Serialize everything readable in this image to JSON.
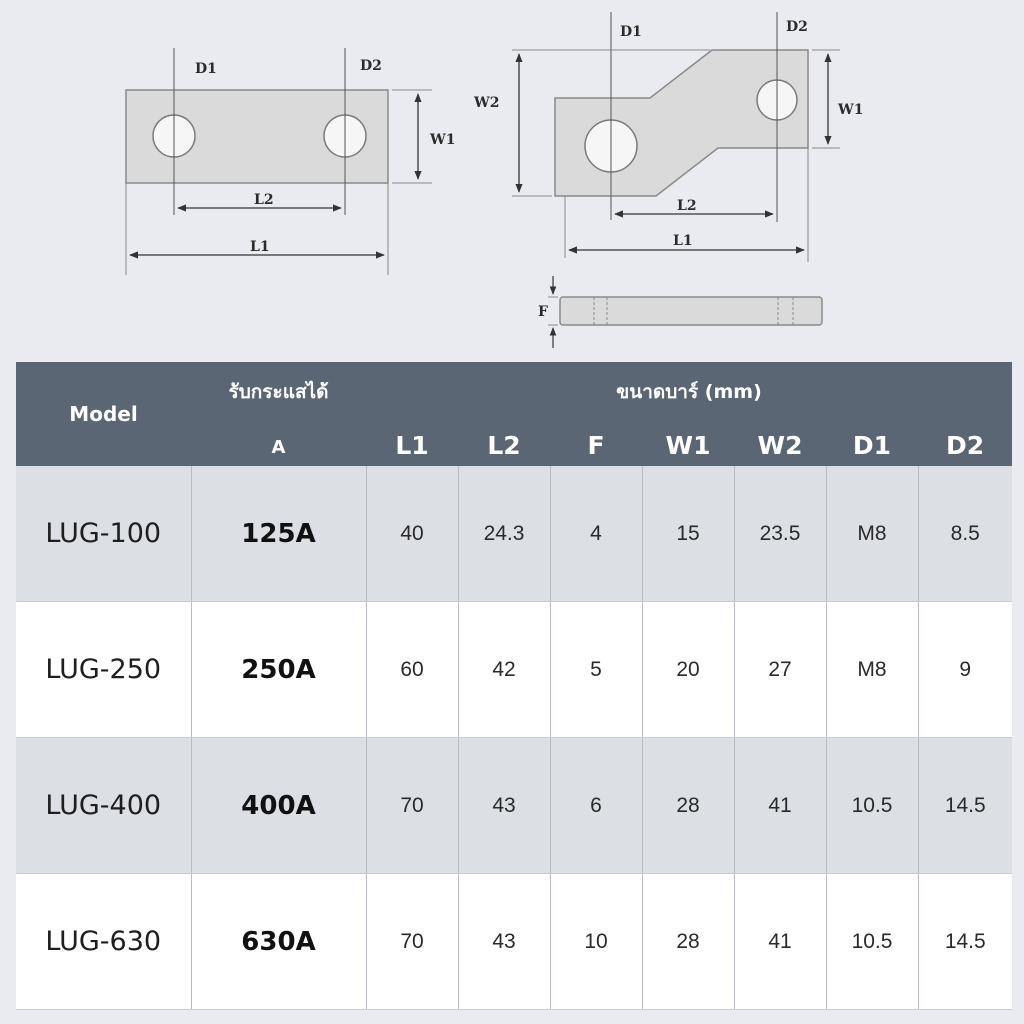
{
  "diagram": {
    "left_labels": {
      "d1": "D1",
      "d2": "D2",
      "w1": "W1",
      "l1": "L1",
      "l2": "L2"
    },
    "right_labels": {
      "d1": "D1",
      "d2": "D2",
      "w1": "W1",
      "w2": "W2",
      "l1": "L1",
      "l2": "L2"
    },
    "side_labels": {
      "f": "F"
    }
  },
  "table": {
    "header": {
      "model": "Model",
      "current": "รับกระแสได้",
      "current_unit": "A",
      "size_group": "ขนาดบาร์ (mm)",
      "columns": [
        "L1",
        "L2",
        "F",
        "W1",
        "W2",
        "D1",
        "D2"
      ]
    },
    "rows": [
      {
        "model": "LUG-100",
        "current": "125A",
        "values": [
          "40",
          "24.3",
          "4",
          "15",
          "23.5",
          "M8",
          "8.5"
        ]
      },
      {
        "model": "LUG-250",
        "current": "250A",
        "values": [
          "60",
          "42",
          "5",
          "20",
          "27",
          "M8",
          "9"
        ]
      },
      {
        "model": "LUG-400",
        "current": "400A",
        "values": [
          "70",
          "43",
          "6",
          "28",
          "41",
          "10.5",
          "14.5"
        ]
      },
      {
        "model": "LUG-630",
        "current": "630A",
        "values": [
          "70",
          "43",
          "10",
          "28",
          "41",
          "10.5",
          "14.5"
        ]
      }
    ]
  },
  "colors": {
    "header_bg": "#5b6674",
    "row_alt_bg": "#dcdfe4",
    "row_bg": "#ffffff",
    "page_bg": "#e9ebf0"
  }
}
